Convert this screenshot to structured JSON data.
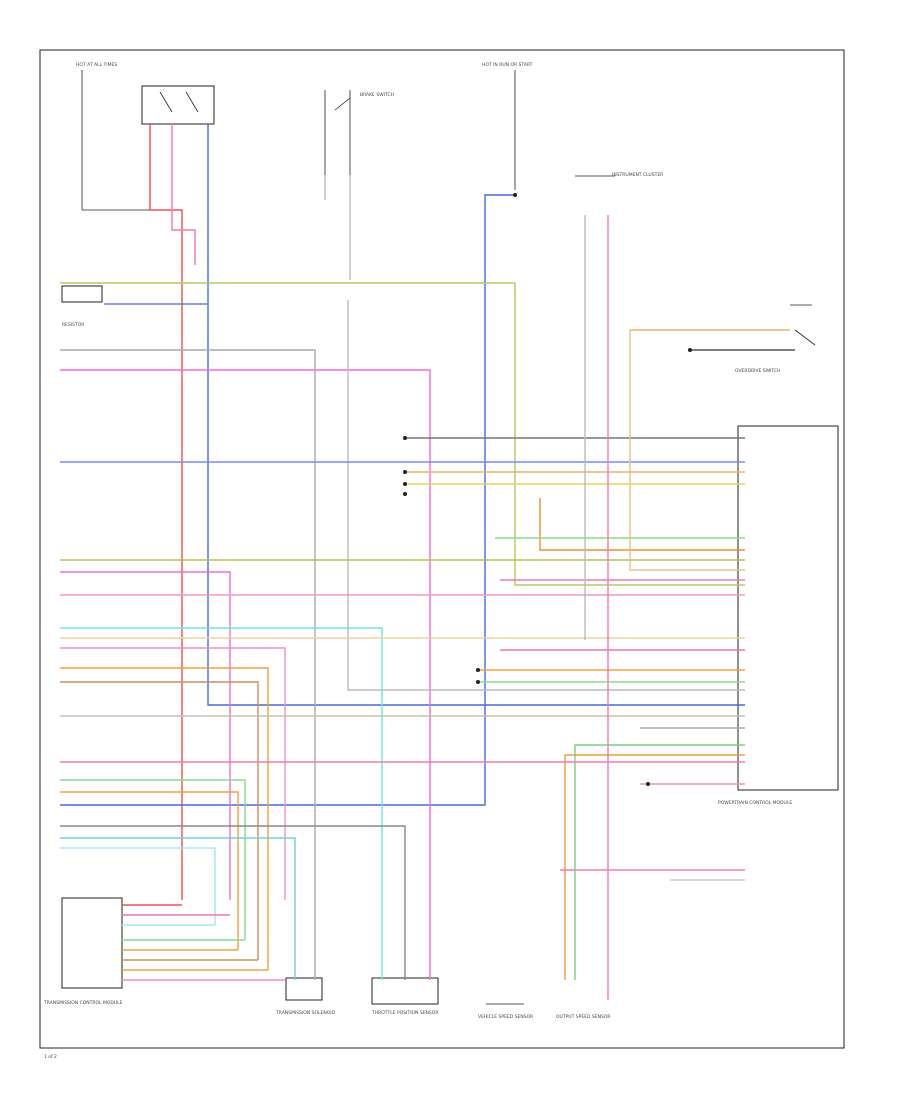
{
  "diagram": {
    "components": {
      "pcm": {
        "label": "POWERTRAIN CONTROL MODULE"
      },
      "tcm": {
        "label": "TRANSMISSION CONTROL MODULE"
      },
      "solenoid": {
        "label": "TRANSMISSION SOLENOID"
      },
      "throttle": {
        "label": "THROTTLE POSITION SENSOR"
      },
      "speed_sensor": {
        "label": "VEHICLE SPEED SENSOR"
      },
      "output_sensor": {
        "label": "OUTPUT SPEED SENSOR"
      },
      "fuse_block": {
        "label": "HOT AT ALL TIMES"
      },
      "ignition": {
        "label": "HOT IN RUN OR START"
      },
      "brake_switch": {
        "label": "BRAKE SWITCH"
      },
      "resistor": {
        "label": "RESISTOR"
      },
      "cluster": {
        "label": "INSTRUMENT CLUSTER"
      },
      "overdrive_switch": {
        "label": "OVERDRIVE SWITCH"
      }
    },
    "page_ref": "1 of 2"
  }
}
